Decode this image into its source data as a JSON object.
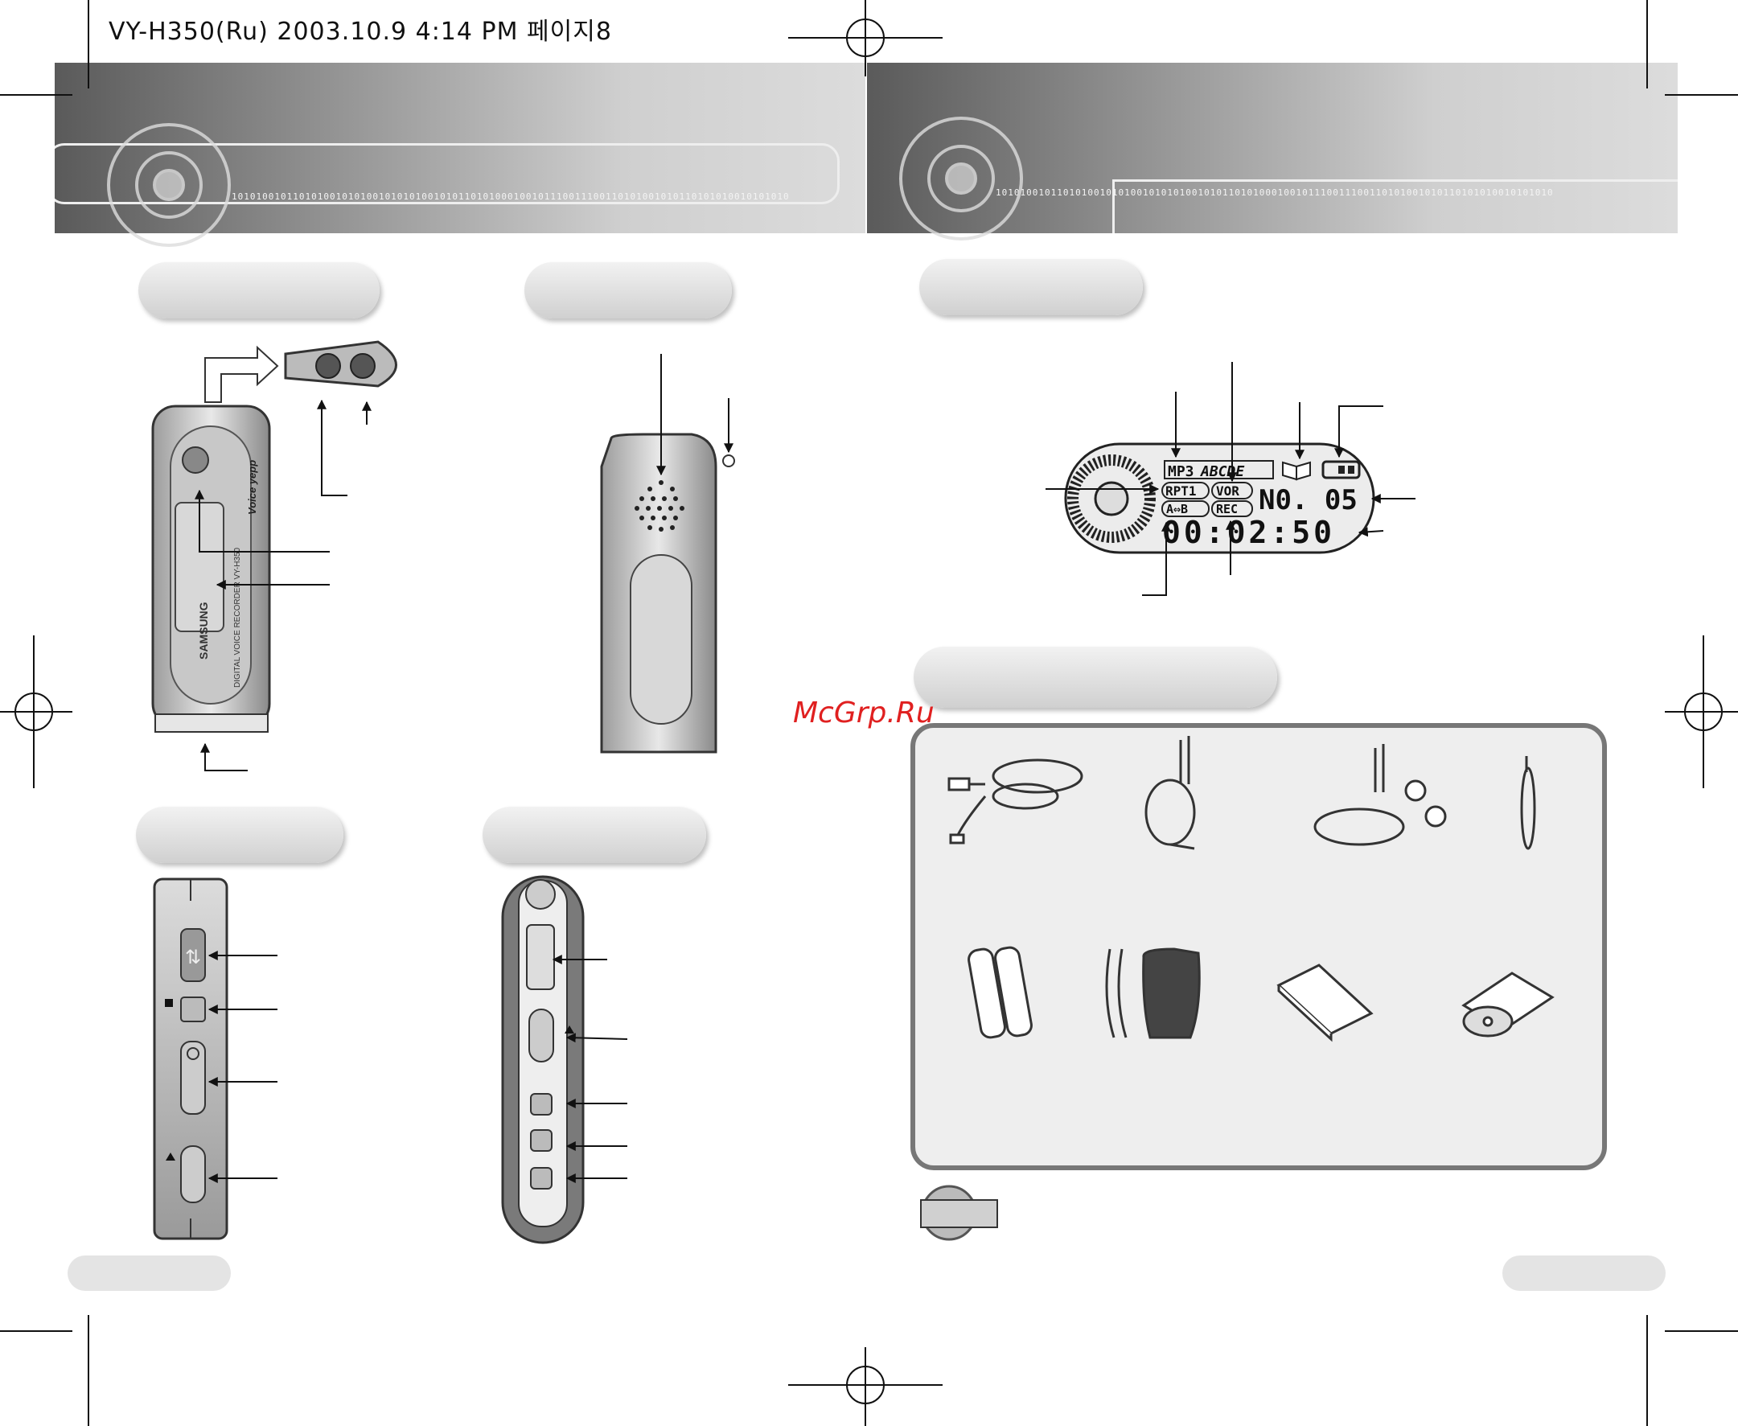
{
  "header": {
    "print_line": "VY-H350(Ru)  2003.10.9 4:14 PM 페이지8"
  },
  "watermark": "McGrp.Ru",
  "display": {
    "format": "MP3",
    "folder": "ABCDE",
    "rpt": "RPT1",
    "vor": "VOR",
    "ab": "A⇔B",
    "rec": "REC",
    "file_no": "N0. 05",
    "time": "00:02:50"
  },
  "device_front": {
    "brand": "SAMSUNG",
    "model_text": "DIGITAL VOICE RECORDER VY-H350",
    "logo": "Voice yepp"
  },
  "banner_bits": "1010100101101010010101001010101001010110101000100101110011100110101001010110101010010101010",
  "icons": [
    "headphone-icon",
    "mic-icon",
    "usb-icon",
    "stop-icon",
    "volume-icon",
    "hold-icon",
    "play-icon",
    "book-icon",
    "battery-icon"
  ],
  "colors": {
    "banner_dark": "#5a5a5a",
    "banner_light": "#dcdcdc",
    "watermark": "#e02020",
    "panel_bg": "#eeeeee"
  }
}
